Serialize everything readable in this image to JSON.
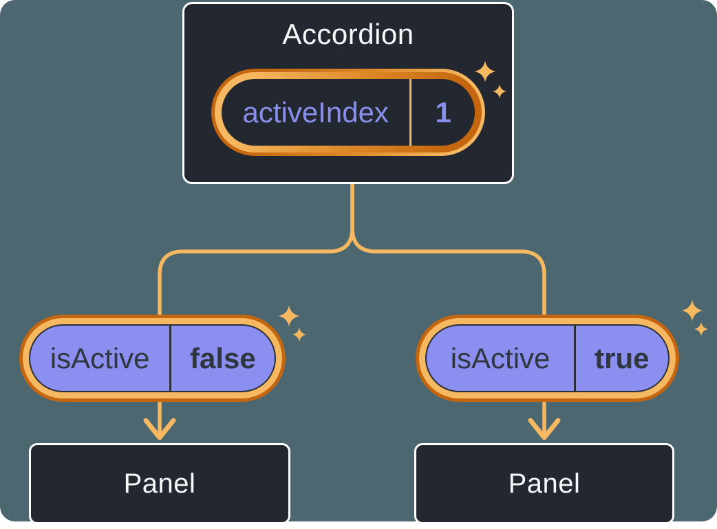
{
  "colors": {
    "bg": "#4C6770",
    "surface": "#23272F",
    "edge-white": "#FFFFFF",
    "orange-light": "#F6B860",
    "orange-mid": "#DE8A28",
    "orange-dark": "#C4660F",
    "purple": "#8A8FF0",
    "purple-text": "#8890EC",
    "ink": "#30363F",
    "pill-outline": "#2A2F37",
    "text-light": "#F6F7F9"
  },
  "accordion": {
    "title": "Accordion",
    "state": {
      "name": "activeIndex",
      "value": "1"
    }
  },
  "children": [
    {
      "prop": {
        "name": "isActive",
        "value": "false"
      },
      "panel": {
        "title": "Panel"
      }
    },
    {
      "prop": {
        "name": "isActive",
        "value": "true"
      },
      "panel": {
        "title": "Panel"
      }
    }
  ],
  "icons": {
    "sparkle": "four-point star",
    "arrow-down": "chevron arrowhead"
  }
}
